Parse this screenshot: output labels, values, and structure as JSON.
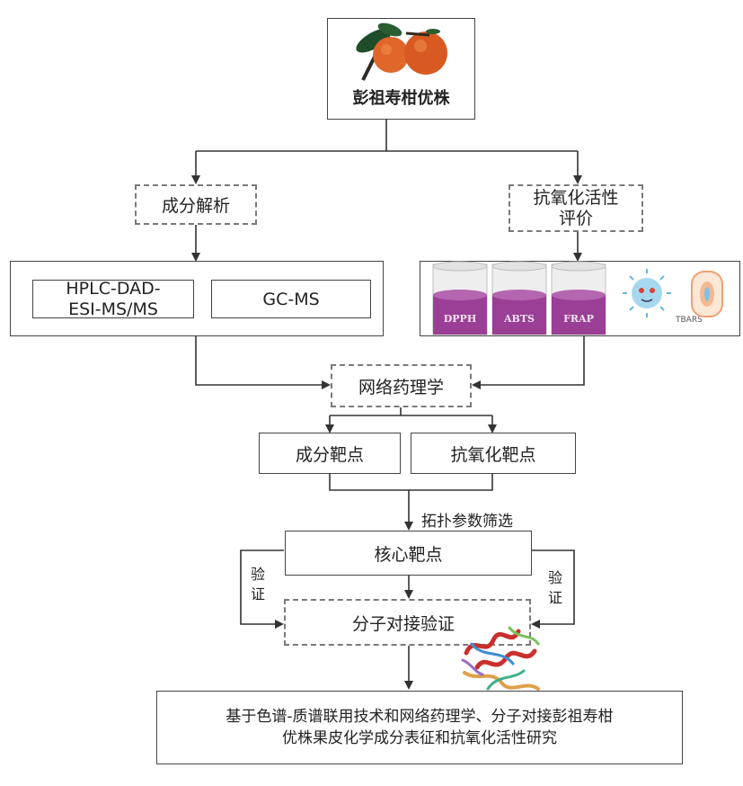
{
  "top": {
    "title": "彭祖寿柑优株",
    "image": "mandarin-fruit"
  },
  "branch_left": {
    "label": "成分解析"
  },
  "branch_right": {
    "line1": "抗氧化活性",
    "line2": "评价"
  },
  "methods": {
    "hplc_line1": "HPLC-DAD-",
    "hplc_line2": "ESI-MS/MS",
    "gcms": "GC-MS"
  },
  "assays": {
    "items": [
      "DPPH",
      "ABTS",
      "FRAP"
    ],
    "tbars": "TBARS",
    "color": "#9b3f96"
  },
  "network": {
    "label": "网络药理学"
  },
  "targets": {
    "left": "成分靶点",
    "right": "抗氧化靶点"
  },
  "screen": {
    "label": "拓扑参数筛选"
  },
  "core": {
    "label": "核心靶点"
  },
  "verify": {
    "left_1": "验",
    "left_2": "证",
    "right_1": "验",
    "right_2": "证"
  },
  "docking": {
    "label": "分子对接验证",
    "image": "protein-ribbon"
  },
  "final": {
    "line1": "基于色谱-质谱联用技术和网络药理学、分子对接彭祖寿柑",
    "line2": "优株果皮化学成分表征和抗氧化活性研究"
  }
}
